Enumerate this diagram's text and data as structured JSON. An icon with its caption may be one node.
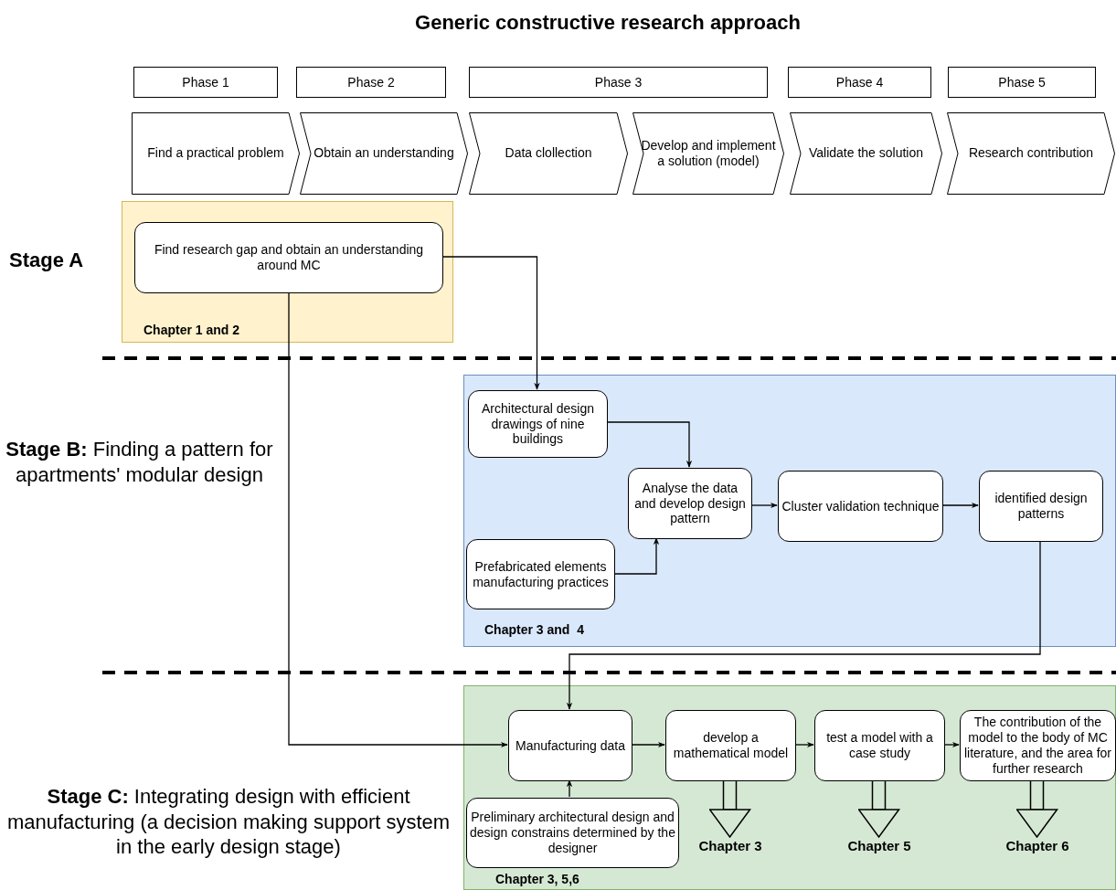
{
  "diagram": {
    "title": "Generic constructive research approach",
    "nodes": [
      {
        "text": [
          "Phase 1"
        ]
      },
      {
        "text": [
          "Phase 2"
        ]
      },
      {
        "text": [
          "Phase 3"
        ]
      },
      {
        "text": [
          "Phase 4"
        ]
      },
      {
        "text": [
          "Phase 5"
        ]
      },
      {
        "text": [
          "Find a practical problem"
        ]
      },
      {
        "text": [
          "Obtain an understanding"
        ]
      },
      {
        "text": [
          "Data clollection"
        ]
      },
      {
        "text": [
          "Develop and implement a solution (model)"
        ]
      },
      {
        "text": [
          "Validate the solution"
        ]
      },
      {
        "text": [
          "Research contribution"
        ]
      },
      {
        "text": [
          "Chapter 1 and 2"
        ]
      },
      {
        "text": [
          "Find research gap and obtain an understanding around MC"
        ],
        "in": 11
      },
      {
        "text": [
          "Chapter 3 and  4"
        ]
      },
      {
        "text": [
          "Architectural design drawings of nine buildings"
        ],
        "in": 13
      },
      {
        "text": [
          "Prefabricated elements manufacturing practices"
        ],
        "in": 13
      },
      {
        "text": [
          "Analyse the data and develop design pattern"
        ],
        "in": 13
      },
      {
        "text": [
          "Cluster validation technique"
        ],
        "in": 13
      },
      {
        "text": [
          "identified design patterns"
        ],
        "in": 13
      },
      {
        "text": [
          "Chapter 3, 5,6"
        ]
      },
      {
        "text": [
          "Manufacturing data"
        ],
        "in": 19
      },
      {
        "text": [
          "Preliminary architectural design and design constrains determined by the designer"
        ],
        "in": 19
      },
      {
        "text": [
          "develop a mathematical model"
        ],
        "in": 19
      },
      {
        "text": [
          "test a model with a case study"
        ],
        "in": 19
      },
      {
        "text": [
          "The contribution of the model to the body of MC literature, and the area for further research"
        ],
        "in": 19
      },
      {
        "text": [
          "Chapter 3"
        ],
        "in": 19
      },
      {
        "text": [
          "Chapter 5"
        ],
        "in": 19
      },
      {
        "text": [
          "Chapter 6"
        ],
        "in": 19
      }
    ],
    "edges": [
      {
        "from": 12,
        "to": 14,
        "arrow": "to"
      },
      {
        "from": 12,
        "to": 20,
        "arrow": "to"
      },
      {
        "from": 14,
        "to": 16,
        "arrow": "to"
      },
      {
        "from": 15,
        "to": 16,
        "arrow": "to"
      },
      {
        "from": 16,
        "to": 17,
        "arrow": "to"
      },
      {
        "from": 17,
        "to": 18,
        "arrow": "to"
      },
      {
        "from": 18,
        "to": 20,
        "arrow": "to"
      },
      {
        "from": 21,
        "to": 20,
        "arrow": "to"
      },
      {
        "from": 20,
        "to": 22,
        "arrow": "to"
      },
      {
        "from": 22,
        "to": 23,
        "arrow": "to"
      },
      {
        "from": 23,
        "to": 24,
        "arrow": "to"
      },
      {
        "from": 22,
        "to": 25,
        "arrow": "to"
      },
      {
        "from": 23,
        "to": 26,
        "arrow": "to"
      },
      {
        "from": 24,
        "to": 27,
        "arrow": "to"
      }
    ],
    "labels": [
      "Stage A",
      "**Stage B:** Finding a pattern for apartments' modular design",
      "**Stage C:** Integrating design with efficient manufacturing (a decision making support system in the early design stage)"
    ]
  }
}
